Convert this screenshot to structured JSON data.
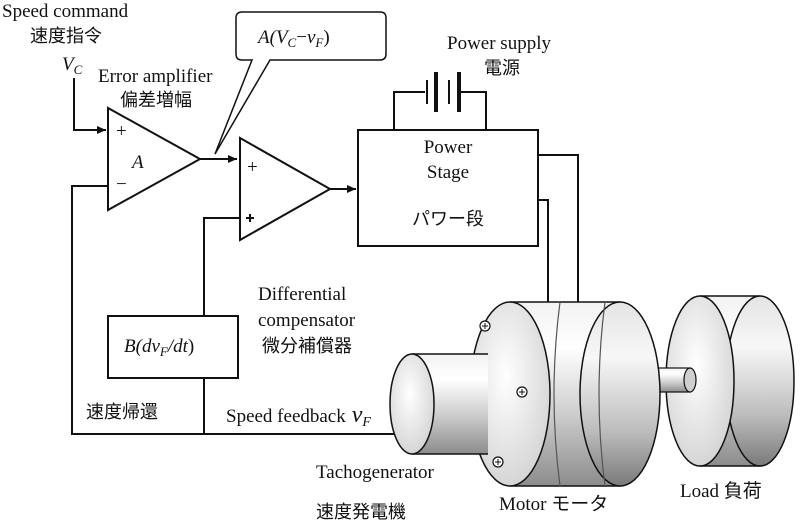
{
  "labels": {
    "speed_command_en": "Speed command",
    "speed_command_jp": "速度指令",
    "vc_symbol": "V",
    "vc_sub": "C",
    "error_amp_en": "Error amplifier",
    "error_amp_jp": "偏差増幅",
    "amp_gain": "A",
    "plus": "+",
    "minus": "−",
    "power_supply_en": "Power supply",
    "power_supply_jp": "電源",
    "power_stage_line1": "Power",
    "power_stage_line2": "Stage",
    "power_stage_jp": "パワー段",
    "differential_en_1": "Differential",
    "differential_en_2": "compensator",
    "differential_jp": "微分補償器",
    "feedback_jp": "速度帰還",
    "speed_feedback_en": "Speed feedback",
    "vf_symbol": "v",
    "vf_sub": "F",
    "tachogen_en": "Tachogenerator",
    "tachogen_jp": "速度発電機",
    "motor_label": "Motor モータ",
    "load_label": "Load 負荷"
  },
  "callout": {
    "a": "A(",
    "v": "V",
    "c": "C",
    "dash": "−",
    "vf": "v",
    "f": "F",
    "close": ")"
  },
  "compensator": {
    "open": "B(",
    "dv": "dv",
    "f": "F",
    "slash": "/",
    "dt": "dt",
    "close": ")"
  }
}
